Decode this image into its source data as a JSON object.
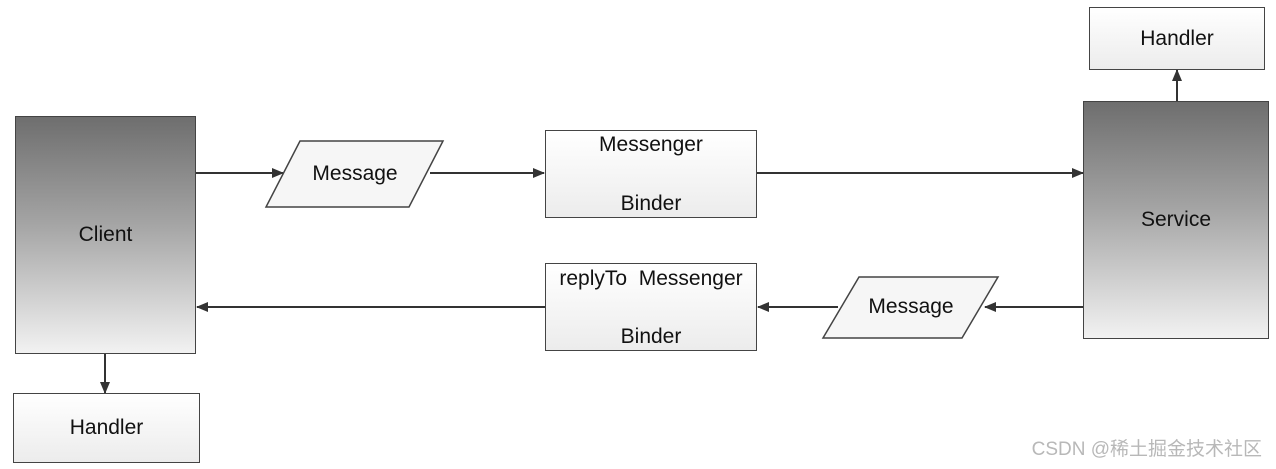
{
  "client": {
    "label": "Client"
  },
  "service": {
    "label": "Service"
  },
  "handler_client": {
    "label": "Handler"
  },
  "handler_service": {
    "label": "Handler"
  },
  "message_forward": {
    "label": "Message"
  },
  "message_reply": {
    "label": "Message"
  },
  "messenger_binder": {
    "line1": "Messenger",
    "line2": "Binder"
  },
  "replyto_binder": {
    "line1": "replyTo  Messenger",
    "line2": "Binder"
  },
  "watermark": {
    "text": "CSDN @稀土掘金技术社区"
  }
}
